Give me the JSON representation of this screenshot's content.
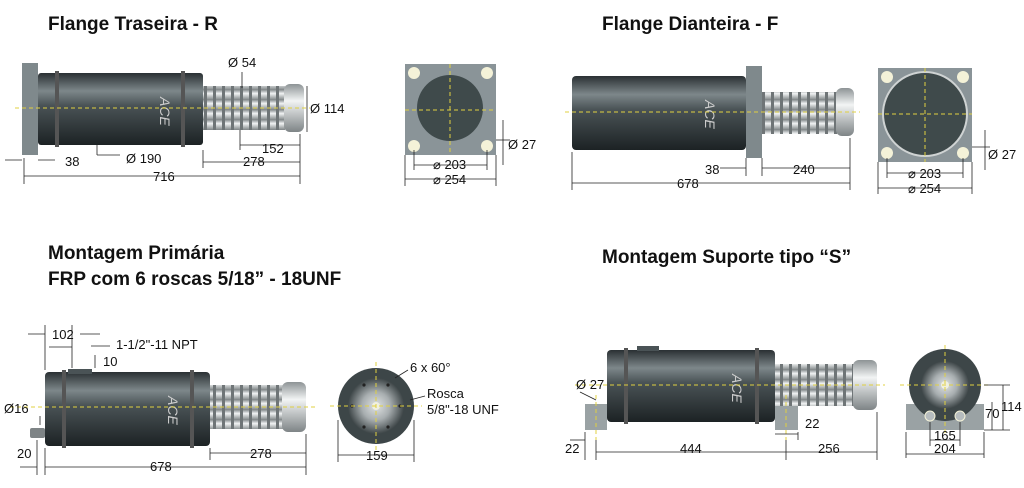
{
  "sections": {
    "rear_flange": {
      "title": "Flange Traseira - R",
      "dims": {
        "d54": "Ø 54",
        "d114": "Ø 114",
        "l38": "38",
        "d190": "Ø 190",
        "l278": "278",
        "l152": "152",
        "l716": "716",
        "d27": "Ø 27",
        "sq203": "⌀ 203",
        "sq254": "⌀ 254"
      }
    },
    "front_flange": {
      "title": "Flange Dianteira - F",
      "dims": {
        "l38": "38",
        "l240": "240",
        "l678": "678",
        "d27": "Ø 27",
        "sq203": "⌀ 203",
        "sq254": "⌀ 254"
      }
    },
    "primary_mount": {
      "title_line1": "Montagem Primária",
      "title_line2": "FRP com 6 roscas 5/18” - 18UNF",
      "dims": {
        "l102": "102",
        "npt": "1-1/2\"-11 NPT",
        "l10": "10",
        "d16": "Ø16",
        "l20": "20",
        "l278": "278",
        "l678": "678",
        "holes": "6 x 60°",
        "rosca": "Rosca",
        "thread": "5/8\"-18 UNF",
        "l159": "159"
      }
    },
    "s_mount": {
      "title": "Montagem Suporte tipo “S”",
      "dims": {
        "d27": "Ø 27",
        "l22a": "22",
        "l444": "444",
        "l22b": "22",
        "l256": "256",
        "l114": "114",
        "l70": "70",
        "l165": "165",
        "l204": "204"
      }
    }
  },
  "brand": "ACE",
  "colors": {
    "body": "#3a4245",
    "plate": "#8a9498",
    "spring": "#c8cccd",
    "centerline": "#e0d040"
  }
}
